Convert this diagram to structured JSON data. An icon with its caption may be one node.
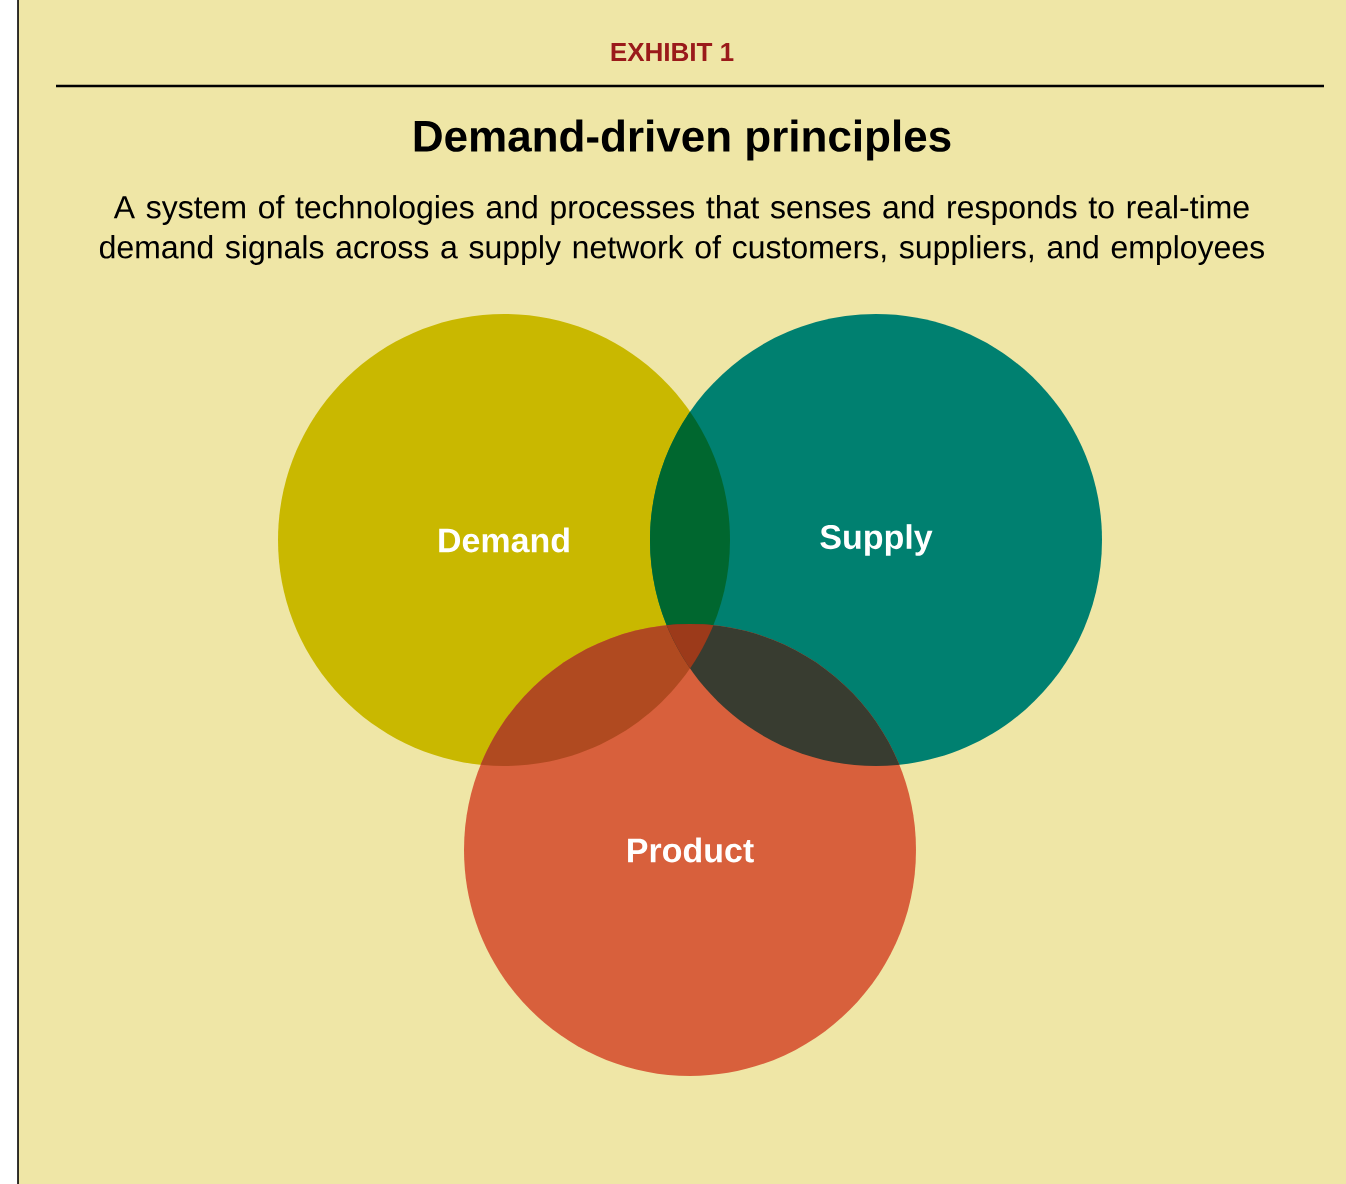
{
  "diagram": {
    "title": "Demand-driven principles",
    "nodes": [
      {
        "text": [
          "Demand"
        ]
      },
      {
        "text": [
          "Supply"
        ]
      },
      {
        "text": [
          "Product"
        ]
      }
    ],
    "labels": [
      "EXHIBIT 1",
      "A system of technologies and processes that senses and responds to real-time demand signals across a supply network of customers, suppliers, and employees"
    ]
  }
}
